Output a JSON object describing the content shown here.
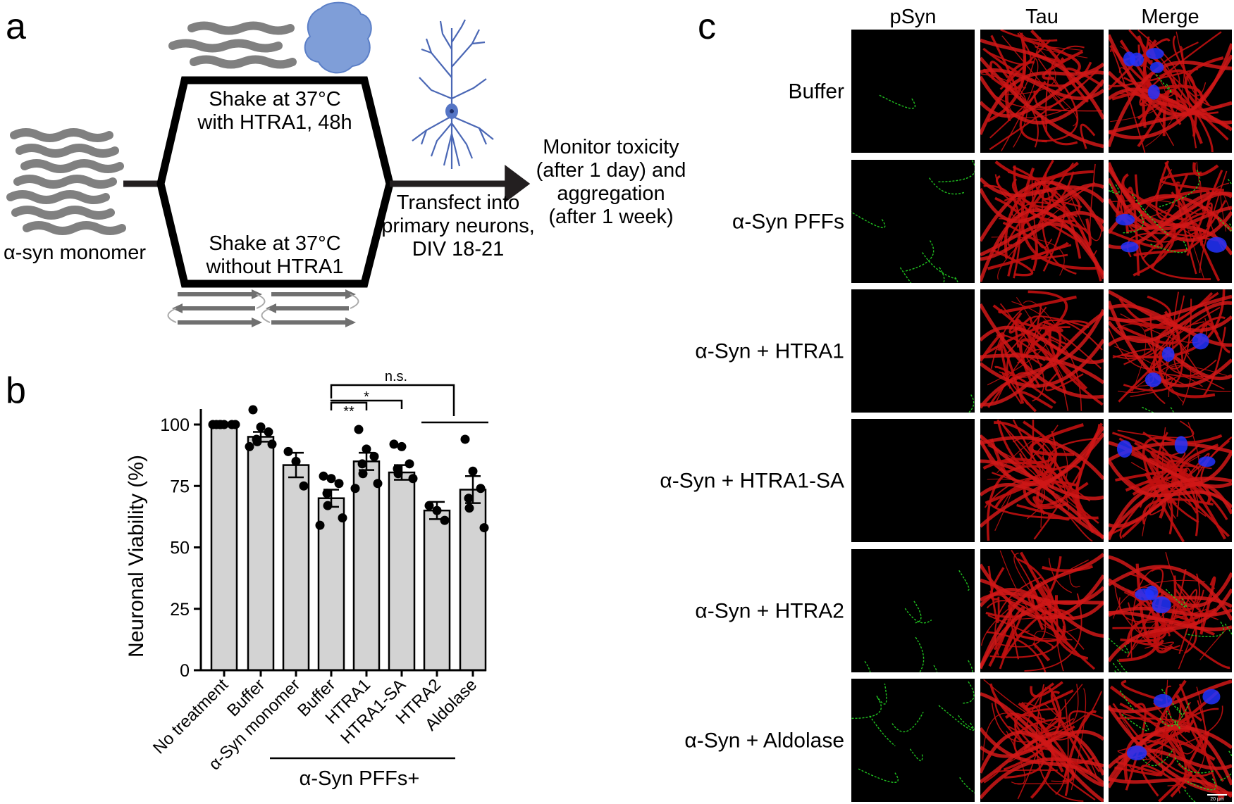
{
  "panel_labels": {
    "a": "a",
    "b": "b",
    "c": "c"
  },
  "panel_a": {
    "hexagon_top_text": [
      "Shake at 37°C",
      "with HTRA1, 48h"
    ],
    "hexagon_bottom_text": [
      "Shake at 37°C",
      "without HTRA1"
    ],
    "monomer_label": "α-syn monomer",
    "transfect_text": [
      "Transfect into",
      "primary neurons,",
      "DIV 18-21"
    ],
    "monitor_text": [
      "Monitor toxicity",
      "(after 1 day) and",
      "aggregation",
      "(after 1 week)"
    ],
    "colors": {
      "arrow": "#231f20",
      "protein": "#808080",
      "blob": "#7f9ed8",
      "neuron": "#4a67b5"
    }
  },
  "chart_data": {
    "type": "bar",
    "ylabel": "Neuronal Viability (%)",
    "ylim": [
      0,
      100
    ],
    "yticks": [
      0,
      25,
      50,
      75,
      100
    ],
    "categories": [
      "No treatment",
      "Buffer",
      "α-Syn monomer",
      "Buffer",
      "HTRA1",
      "HTRA1-SA",
      "HTRA2",
      "Aldolase"
    ],
    "values": [
      100,
      95,
      83.5,
      70,
      85,
      80.5,
      65,
      73.5
    ],
    "sem": [
      0,
      2,
      5,
      3.5,
      3.5,
      3,
      3.5,
      5.5
    ],
    "points": [
      [
        100,
        100,
        100,
        100,
        100,
        100,
        100
      ],
      [
        106,
        99,
        97,
        94,
        93,
        92,
        91
      ],
      [
        89,
        85,
        75
      ],
      [
        79,
        78,
        76,
        72,
        67,
        62,
        59
      ],
      [
        98,
        90,
        87,
        84,
        80,
        76,
        74
      ],
      [
        92,
        91,
        84,
        82,
        80,
        78
      ],
      [
        67,
        65,
        61
      ],
      [
        94,
        81,
        74,
        70,
        66,
        58
      ]
    ],
    "group_label": "α-Syn PFFs+",
    "significance": [
      {
        "label": "**"
      },
      {
        "label": "*"
      },
      {
        "label": "n.s."
      }
    ],
    "colors": {
      "bar": "#d3d3d3",
      "edge": "#000000",
      "point": "#000000"
    }
  },
  "panel_c": {
    "columns": [
      "pSyn",
      "Tau",
      "Merge"
    ],
    "rows": [
      "Buffer",
      "α-Syn PFFs",
      "α-Syn + HTRA1",
      "α-Syn + HTRA1-SA",
      "α-Syn + HTRA2",
      "α-Syn + Aldolase"
    ],
    "psyn_signal": [
      0.05,
      0.6,
      0.05,
      0.02,
      0.5,
      0.7
    ],
    "merge_nuclei": [
      5,
      3,
      3,
      3,
      3,
      3
    ],
    "scale_bar": "20 µm",
    "colors": {
      "tau": "#c01010",
      "psyn": "#22cc22",
      "dapi": "#2233ff",
      "bg": "#000000"
    }
  }
}
